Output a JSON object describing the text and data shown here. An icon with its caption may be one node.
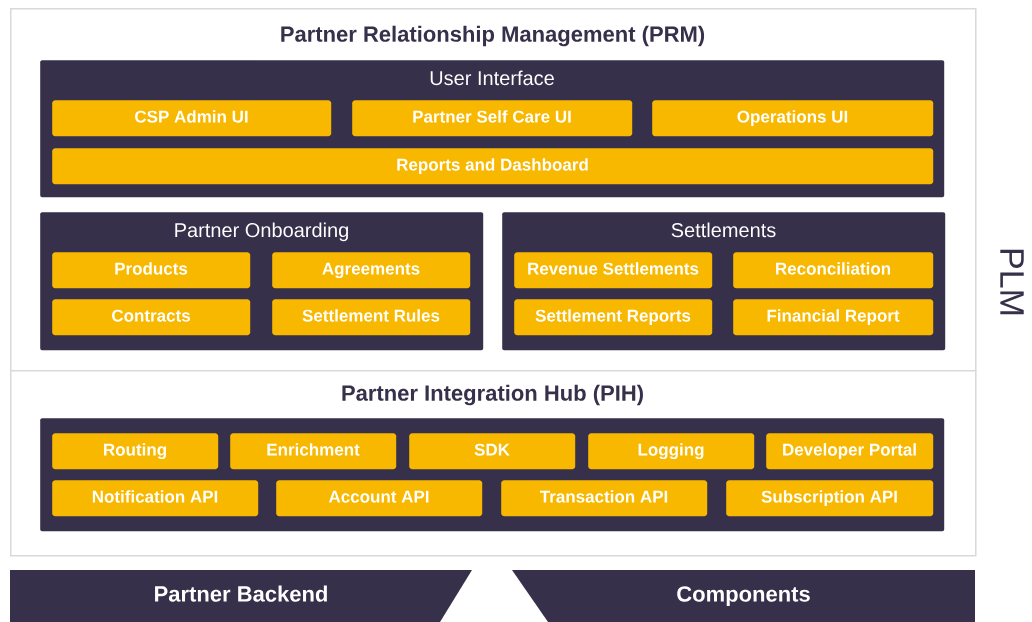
{
  "diagram": {
    "nodes": [
      {
        "text": [
          "Partner Relationship Management (PRM)"
        ]
      },
      {
        "text": [
          "User Interface"
        ],
        "in": 0
      },
      {
        "text": [
          "CSP Admin UI"
        ],
        "in": 1
      },
      {
        "text": [
          "Partner Self Care UI"
        ],
        "in": 1
      },
      {
        "text": [
          "Operations UI"
        ],
        "in": 1
      },
      {
        "text": [
          "Reports and Dashboard"
        ],
        "in": 1
      },
      {
        "text": [
          "Partner Onboarding"
        ],
        "in": 0
      },
      {
        "text": [
          "Products"
        ],
        "in": 6
      },
      {
        "text": [
          "Agreements"
        ],
        "in": 6
      },
      {
        "text": [
          "Contracts"
        ],
        "in": 6
      },
      {
        "text": [
          "Settlement Rules"
        ],
        "in": 6
      },
      {
        "text": [
          "Settlements"
        ],
        "in": 0
      },
      {
        "text": [
          "Revenue Settlements"
        ],
        "in": 11
      },
      {
        "text": [
          "Reconciliation"
        ],
        "in": 11
      },
      {
        "text": [
          "Settlement Reports"
        ],
        "in": 11
      },
      {
        "text": [
          "Financial Report"
        ],
        "in": 11
      },
      {
        "text": [
          "Partner Integration Hub (PIH)"
        ]
      },
      {
        "text": [],
        "shape": "box",
        "in": 16
      },
      {
        "text": [
          "Routing"
        ],
        "in": 17
      },
      {
        "text": [
          "Enrichment"
        ],
        "in": 17
      },
      {
        "text": [
          "SDK"
        ],
        "in": 17
      },
      {
        "text": [
          "Logging"
        ],
        "in": 17
      },
      {
        "text": [
          "Developer Portal"
        ],
        "in": 17
      },
      {
        "text": [
          "Notification API"
        ],
        "in": 17
      },
      {
        "text": [
          "Account API"
        ],
        "in": 17
      },
      {
        "text": [
          "Transaction API"
        ],
        "in": 17
      },
      {
        "text": [
          "Subscription API"
        ],
        "in": 17
      },
      {
        "text": [
          "Partner Backend"
        ]
      },
      {
        "text": [
          "Components"
        ]
      }
    ],
    "labels": [
      "PLM"
    ]
  }
}
